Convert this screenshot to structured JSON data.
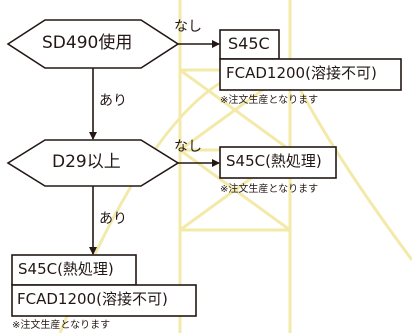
{
  "colors": {
    "line": "#231815",
    "box_fill": "#ffffff",
    "arrow": "#231815",
    "watermark": "#f3e9a8"
  },
  "decisions": {
    "d1": {
      "text": "SD490使用"
    },
    "d2": {
      "text": "D29以上"
    }
  },
  "edges": {
    "d1_no": "なし",
    "d1_yes": "あり",
    "d2_no": "なし",
    "d2_yes": "あり"
  },
  "results": {
    "r1": {
      "line1": "S45C",
      "line2": "FCAD1200(溶接不可)",
      "note": "※注文生産となります"
    },
    "r2": {
      "line1": "S45C(熱処理)",
      "note": "※注文生産となります"
    },
    "r3": {
      "line1": "S45C(熱処理)",
      "line2": "FCAD1200(溶接不可)",
      "note": "※注文生産となります"
    }
  }
}
